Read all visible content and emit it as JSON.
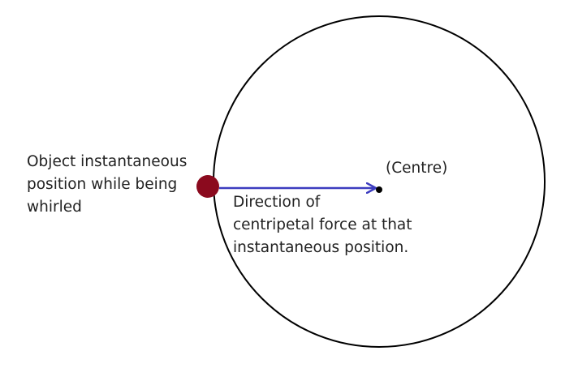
{
  "labels": {
    "object_position": [
      "Object instantaneous",
      "position while being",
      "whirled"
    ],
    "force_direction": [
      "Direction of",
      "centripetal force at that",
      "instantaneous position."
    ],
    "centre": "(Centre)"
  },
  "colors": {
    "circle_stroke": "#000000",
    "object_fill": "#8b0a1e",
    "arrow": "#3d3dbf",
    "centre_dot": "#000000",
    "text": "#222222"
  }
}
